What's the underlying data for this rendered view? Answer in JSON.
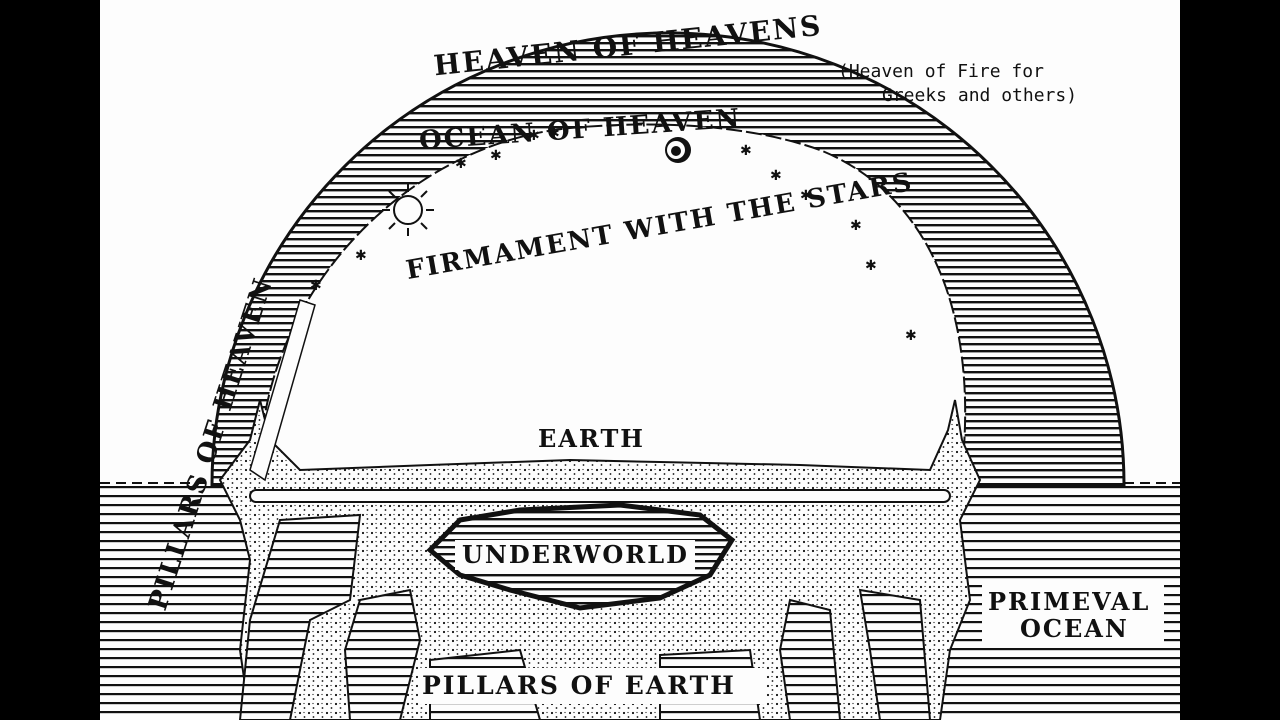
{
  "diagram": {
    "labels": {
      "heaven_of_heavens": "HEAVEN OF HEAVENS",
      "heaven_note_line1": "(Heaven of Fire for",
      "heaven_note_line2": "Greeks and others)",
      "ocean_of_heaven": "OCEAN OF HEAVEN",
      "firmament": "FIRMAMENT WITH THE STARS",
      "pillars_of_heaven": "PILLARS OF HEAVEN",
      "earth": "EARTH",
      "underworld": "UNDERWORLD",
      "primeval_line1": "PRIMEVAL",
      "primeval_line2": "OCEAN",
      "pillars_of_earth": "PILLARS OF EARTH"
    },
    "icons": [
      "sun-icon",
      "moon-icon",
      "star-icon"
    ],
    "colors": {
      "ink": "#111111",
      "paper": "#fdfdfd",
      "frame": "#000000"
    }
  }
}
